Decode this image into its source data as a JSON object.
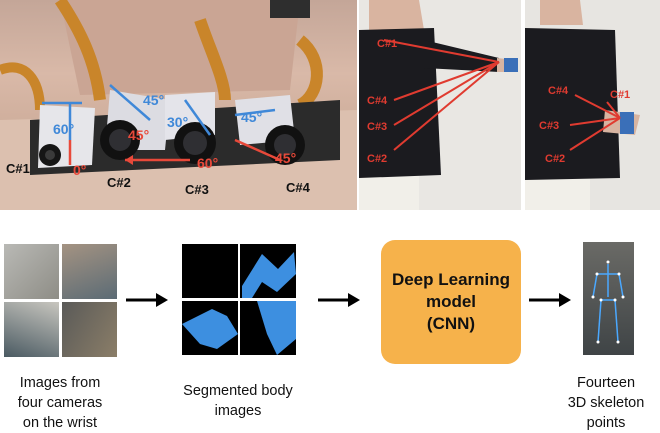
{
  "cameras": {
    "c1": "C#1",
    "c2": "C#2",
    "c3": "C#3",
    "c4": "C#4"
  },
  "angles": {
    "blue_60": "60°",
    "blue_45_top": "45°",
    "blue_30": "30°",
    "blue_45_right": "45°",
    "red_0": "0°",
    "red_45_left": "45°",
    "red_60": "60°",
    "red_45_right": "45°"
  },
  "side_view_labels": {
    "arm_extended": [
      "C#1",
      "C#4",
      "C#3",
      "C#2"
    ],
    "arm_bent": [
      "C#4",
      "C#1",
      "C#3",
      "C#2"
    ]
  },
  "pipeline": {
    "step1_caption": "Images from\nfour cameras\non the wrist",
    "step2_caption": "Segmented body\nimages",
    "step3_box": "Deep Learning\nmodel\n(CNN)",
    "step4_caption": "Fourteen\n3D skeleton\npoints"
  },
  "colors": {
    "blue_angle": "#3f88d8",
    "red_angle": "#e8493a",
    "cnn_box": "#f6b24b",
    "segmentation": "#3d8fe0"
  }
}
